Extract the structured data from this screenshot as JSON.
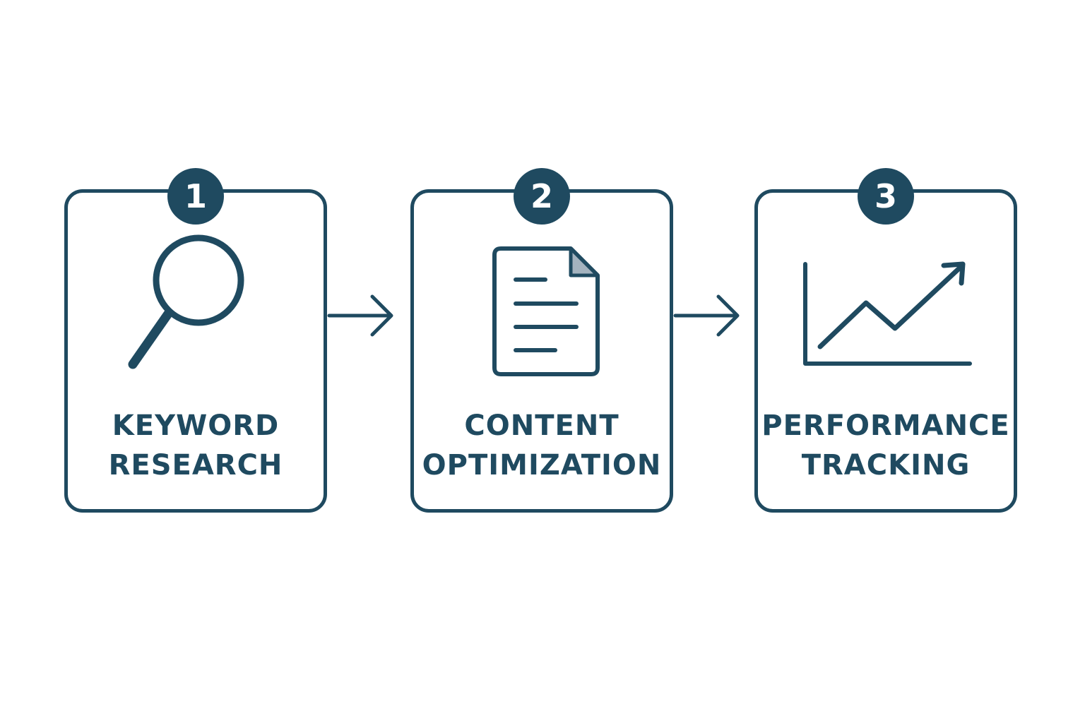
{
  "colors": {
    "primary": "#1f4a60",
    "doc_fold": "#a4b3bf",
    "background": "#ffffff"
  },
  "steps": [
    {
      "number": "1",
      "label_line1": "KEYWORD",
      "label_line2": "RESEARCH",
      "icon": "magnifying-glass-icon"
    },
    {
      "number": "2",
      "label_line1": "CONTENT",
      "label_line2": "OPTIMIZATION",
      "icon": "document-icon"
    },
    {
      "number": "3",
      "label_line1": "PERFORMANCE",
      "label_line2": "TRACKING",
      "icon": "line-chart-icon"
    }
  ],
  "connectors": [
    {
      "from": "1",
      "to": "2",
      "icon": "arrow-right-icon"
    },
    {
      "from": "2",
      "to": "3",
      "icon": "arrow-right-icon"
    }
  ]
}
